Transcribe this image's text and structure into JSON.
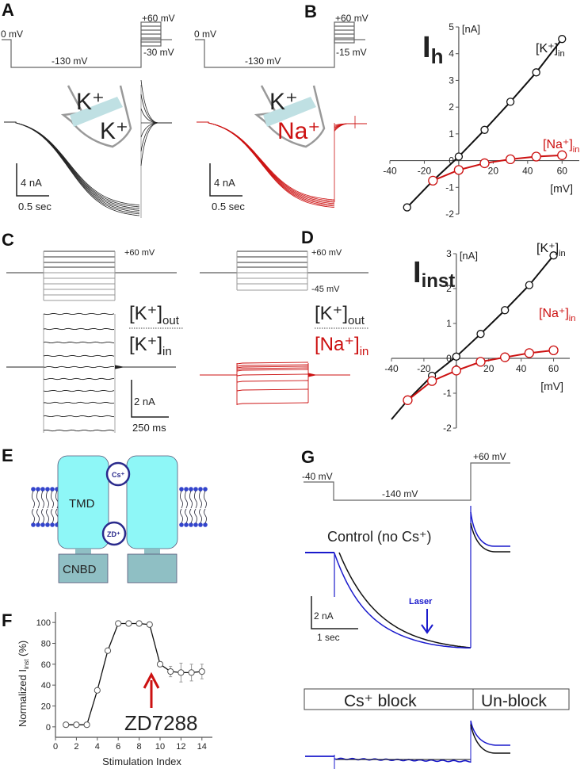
{
  "colors": {
    "black": "#111111",
    "red": "#cc1111",
    "blue": "#1a1acc",
    "grey": "#888888",
    "cyan": "#8ef7f7",
    "teal": "#8fbfc4",
    "lightblue": "#bfe0e3",
    "membrane": "#3344cc",
    "navy": "#2a2a8c"
  },
  "panels": {
    "A": {
      "label": "A",
      "left": {
        "v_hold": "0 mV",
        "v_step": "-130 mV",
        "v_top": "+60 mV",
        "v_bottom": "-30 mV",
        "pipette_top": "K⁺",
        "pipette_bottom": "K⁺",
        "scale_y": "4 nA",
        "scale_x": "0.5 sec"
      },
      "right": {
        "v_hold": "0 mV",
        "v_step": "-130 mV",
        "v_top": "+60 mV",
        "v_bottom": "-15 mV",
        "pipette_top": "K⁺",
        "pipette_bottom": "Na⁺",
        "scale_y": "4 nA",
        "scale_x": "0.5 sec"
      }
    },
    "C": {
      "label": "C",
      "left": {
        "v_top": "+60 mV",
        "out_label": "[K⁺]",
        "out_sub": "out",
        "in_label": "[K⁺]",
        "in_sub": "in",
        "scale_y": "2 nA",
        "scale_x": "250 ms"
      },
      "right": {
        "v_top": "+60 mV",
        "v_bottom": "-45 mV",
        "out_label": "[K⁺]",
        "out_sub": "out",
        "in_label": "[Na⁺]",
        "in_sub": "in"
      }
    },
    "E": {
      "label": "E",
      "tmd": "TMD",
      "cnbd": "CNBD",
      "cs": "Cs⁺",
      "zd": "ZD⁺"
    },
    "G": {
      "label": "G",
      "v_hold": "-40 mV",
      "v_step": "-140 mV",
      "v_top": "+60 mV",
      "control": "Control (no Cs⁺)",
      "laser": "Laser",
      "scale_y": "2 nA",
      "scale_x": "1 sec",
      "block": "Cs⁺ block",
      "unblock": "Un-block"
    }
  },
  "chart_data": [
    {
      "id": "B",
      "type": "line",
      "label": "B",
      "title": "Ih",
      "title_main": "I",
      "title_sub": "h",
      "xlabel": "[mV]",
      "ylabel": "[nA]",
      "xlim": [
        -40,
        70
      ],
      "ylim": [
        -2,
        5
      ],
      "xticks": [
        -40,
        -20,
        0,
        20,
        40,
        60
      ],
      "yticks": [
        -2,
        -1,
        0,
        1,
        2,
        3,
        4,
        5
      ],
      "series": [
        {
          "name": "[K⁺]in",
          "label_main": "[K⁺]",
          "label_sub": "in",
          "color": "#111111",
          "x": [
            -30,
            -15,
            0,
            15,
            30,
            45,
            60
          ],
          "y": [
            -1.75,
            -0.75,
            0.15,
            1.15,
            2.2,
            3.3,
            4.55
          ]
        },
        {
          "name": "[Na⁺]in",
          "label_main": "[Na⁺]",
          "label_sub": "in",
          "color": "#cc1111",
          "x": [
            -15,
            0,
            15,
            30,
            45,
            60
          ],
          "y": [
            -0.75,
            -0.35,
            -0.1,
            0.05,
            0.15,
            0.2
          ]
        }
      ]
    },
    {
      "id": "D",
      "type": "line",
      "label": "D",
      "title": "Iinst",
      "title_main": "I",
      "title_sub": "inst",
      "xlabel": "[mV]",
      "ylabel": "[nA]",
      "xlim": [
        -40,
        70
      ],
      "ylim": [
        -2,
        3
      ],
      "xticks": [
        -40,
        -20,
        0,
        20,
        40,
        60
      ],
      "yticks": [
        -2,
        -1,
        0,
        1,
        2,
        3
      ],
      "series": [
        {
          "name": "[K⁺]in",
          "label_main": "[K⁺]",
          "label_sub": "in",
          "color": "#111111",
          "x": [
            -30,
            -15,
            0,
            15,
            30,
            45,
            60
          ],
          "y": [
            -1.2,
            -0.5,
            0.05,
            0.7,
            1.38,
            2.1,
            2.95
          ]
        },
        {
          "name": "[Na⁺]in",
          "label_main": "[Na⁺]",
          "label_sub": "in",
          "color": "#cc1111",
          "x": [
            -30,
            -15,
            0,
            15,
            30,
            45,
            60
          ],
          "y": [
            -1.2,
            -0.65,
            -0.35,
            -0.1,
            0.03,
            0.15,
            0.23
          ]
        }
      ]
    },
    {
      "id": "F",
      "type": "line",
      "label": "F",
      "xlabel": "Stimulation Index",
      "ylabel": "Normalized I",
      "ylabel_sub": "inst",
      "ylabel_unit": "(%)",
      "xlim": [
        0,
        15
      ],
      "ylim": [
        -10,
        110
      ],
      "xticks": [
        0,
        2,
        4,
        6,
        8,
        10,
        12,
        14
      ],
      "yticks": [
        0,
        20,
        40,
        60,
        80,
        100
      ],
      "annotation": "ZD7288",
      "annotation_x": 9,
      "series": [
        {
          "name": "Normalized Iinst",
          "color": "#111111",
          "x": [
            1,
            2,
            3,
            4,
            5,
            6,
            7,
            8,
            9,
            10,
            11,
            12,
            13,
            14
          ],
          "y": [
            2,
            2,
            2,
            35,
            73,
            99,
            99,
            99,
            98,
            60,
            53,
            52,
            52,
            53
          ],
          "err": [
            0,
            0,
            0,
            0,
            0,
            0,
            0,
            0,
            0,
            0,
            5,
            9,
            8,
            7
          ]
        }
      ]
    }
  ]
}
